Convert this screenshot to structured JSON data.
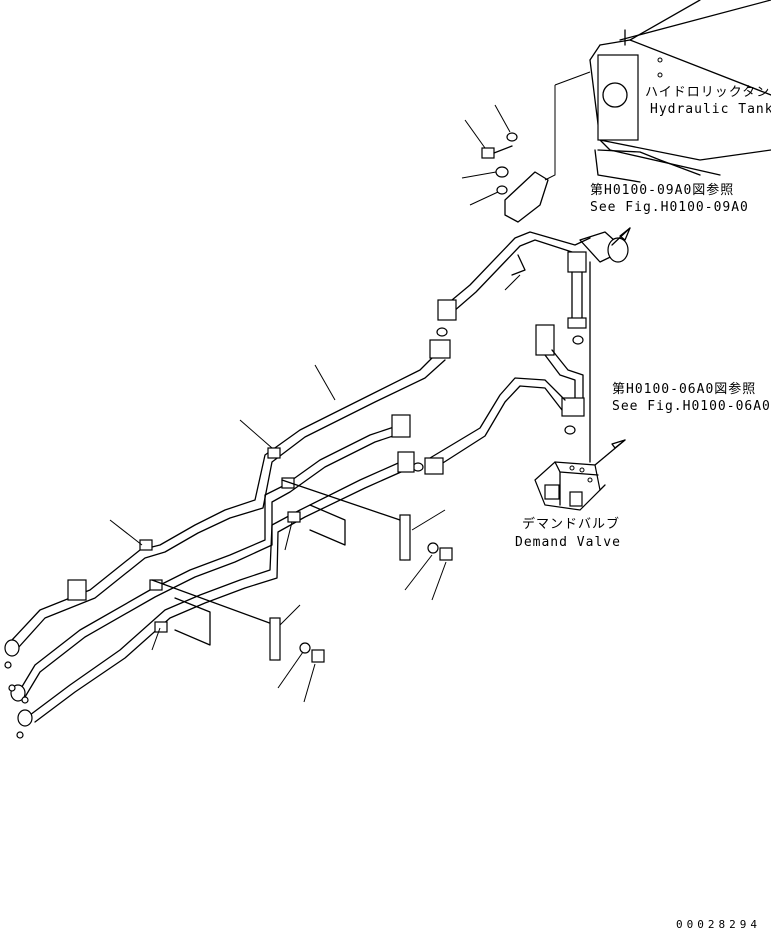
{
  "labels": {
    "tank_jp": "ハイドロリックタンク",
    "tank_en": "Hydraulic Tank",
    "ref1_jp": "第H0100-09A0図参照",
    "ref1_en": "See Fig.H0100-09A0",
    "ref2_jp": "第H0100-06A0図参照",
    "ref2_en": "See Fig.H0100-06A0",
    "valve_jp": "デマンドバルブ",
    "valve_en": "Demand Valve"
  },
  "part_number": "00028294"
}
